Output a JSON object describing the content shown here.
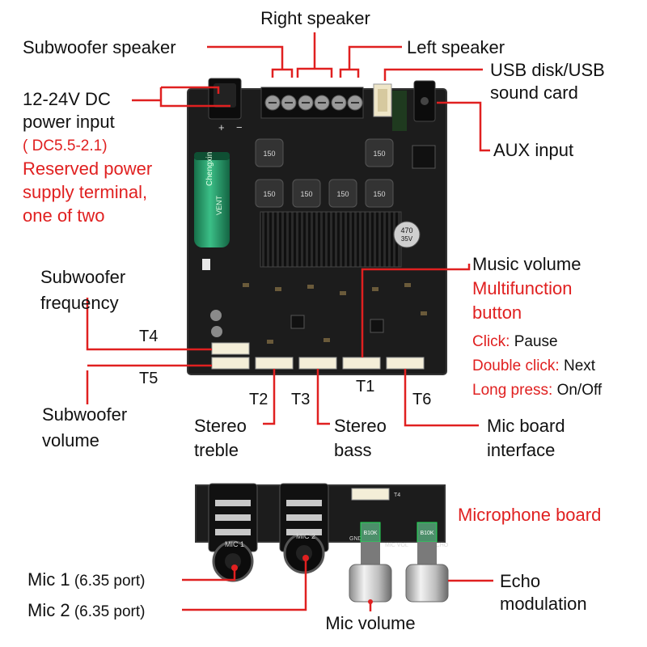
{
  "labels": {
    "right_speaker": "Right speaker",
    "subwoofer_speaker": "Subwoofer speaker",
    "left_speaker": "Left speaker",
    "usb_line1": "USB disk/USB",
    "usb_line2": "sound card",
    "power_line1": "12-24V DC",
    "power_line2": "power input",
    "power_spec": "( DC5.5-2.1)",
    "reserved_line1": "Reserved power",
    "reserved_line2": "supply terminal,",
    "reserved_line3": "one of two",
    "aux_input": "AUX input",
    "sub_freq_line1": "Subwoofer",
    "sub_freq_line2": "frequency",
    "t4": "T4",
    "t5": "T5",
    "sub_vol_line1": "Subwoofer",
    "sub_vol_line2": "volume",
    "t2": "T2",
    "t3": "T3",
    "t1": "T1",
    "t6": "T6",
    "stereo_treble_line1": "Stereo",
    "stereo_treble_line2": "treble",
    "stereo_bass_line1": "Stereo",
    "stereo_bass_line2": "bass",
    "mic_board_line1": "Mic board",
    "mic_board_line2": "interface",
    "music_volume": "Music volume",
    "multifunction_line1": "Multifunction",
    "multifunction_line2": "button",
    "click_key": "Click:",
    "click_val": " Pause",
    "double_key": "Double click:",
    "double_val": " Next",
    "long_key": "Long press:",
    "long_val": " On/Off",
    "microphone_board": "Microphone board",
    "mic1_main": "Mic 1",
    "mic1_port": " (6.35 port)",
    "mic2_main": "Mic 2",
    "mic2_port": " (6.35 port)",
    "mic_volume": "Mic volume",
    "echo_line1": "Echo",
    "echo_line2": "modulation"
  },
  "board_text": {
    "cap_brand": "Chengxin",
    "cap_vent": "VENT",
    "cap_470": "470",
    "cap_35v": "35V",
    "inductor": "150",
    "mic1_silk": "MIC 1",
    "mic2_silk": "MIC 2",
    "gnd_silk": "GND",
    "micvol_silk": "MIC VOL",
    "echo_silk": "ECHO",
    "pot": "B10K",
    "t4_silk": "T4"
  },
  "colors": {
    "annotation": "#e02020",
    "board": "#1c1c1c",
    "capacitor": "#2a9a6a",
    "label_text": "#111111"
  },
  "icons": [
    "plus-icon",
    "minus-icon"
  ]
}
